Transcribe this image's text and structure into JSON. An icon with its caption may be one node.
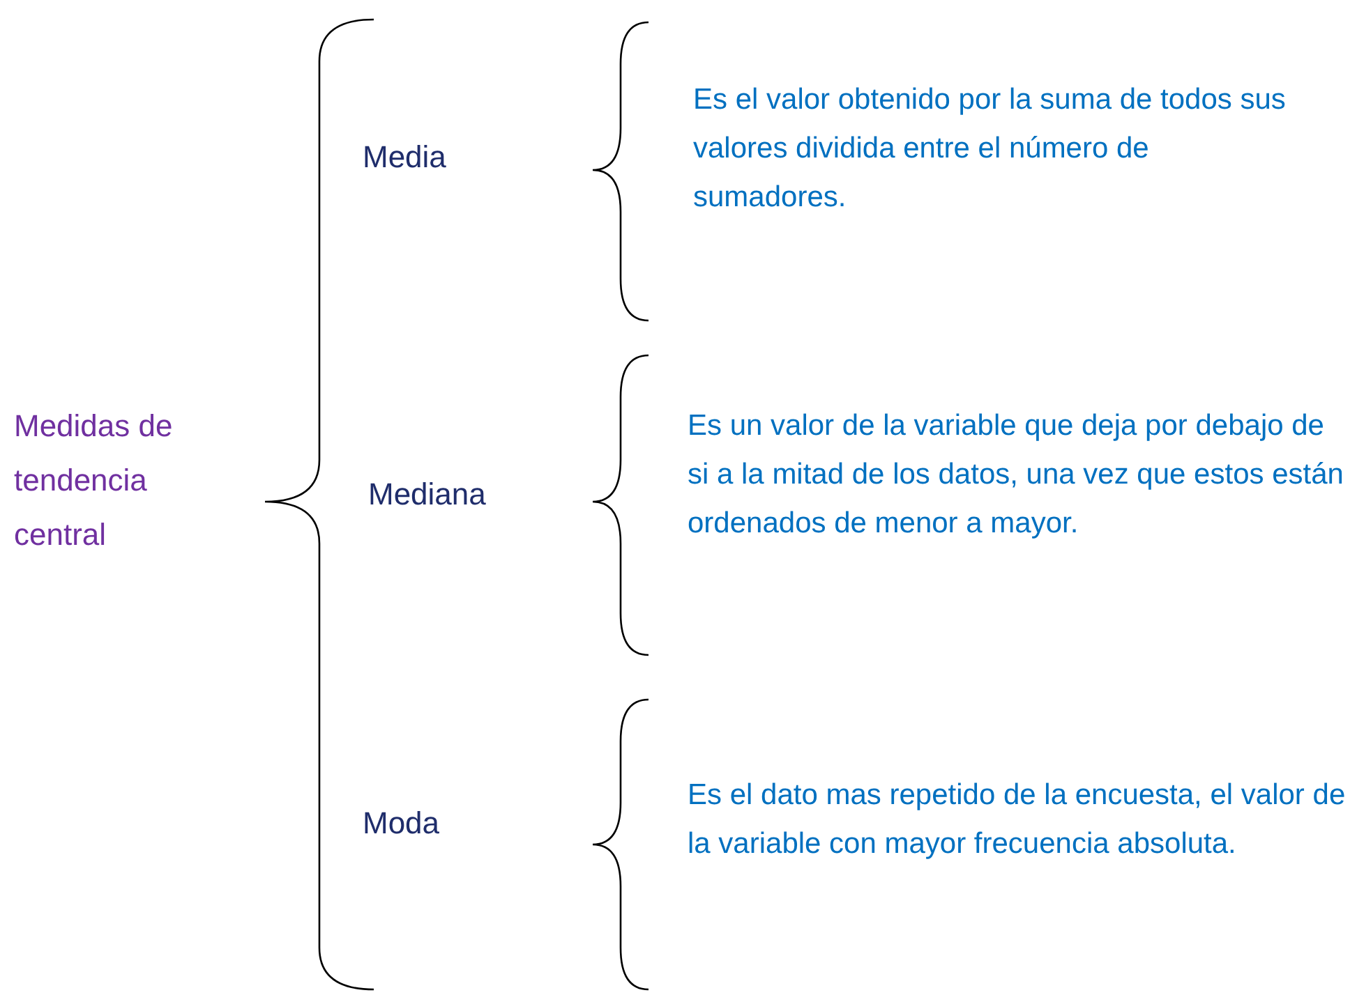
{
  "diagram": {
    "nodes": [
      {
        "text": [
          "Medidas de tendencia central"
        ]
      },
      {
        "text": [
          "Media"
        ]
      },
      {
        "text": [
          "Es el valor obtenido por la suma de todos sus valores dividida entre el número de sumadores."
        ]
      },
      {
        "text": [
          "Mediana"
        ]
      },
      {
        "text": [
          "Es un valor de la variable que deja por debajo de si a la mitad de los datos, una vez que estos están ordenados de menor a mayor."
        ]
      },
      {
        "text": [
          "Moda"
        ]
      },
      {
        "text": [
          "Es el dato mas repetido de la encuesta, el valor de la variable con mayor frecuencia absoluta."
        ]
      }
    ]
  }
}
